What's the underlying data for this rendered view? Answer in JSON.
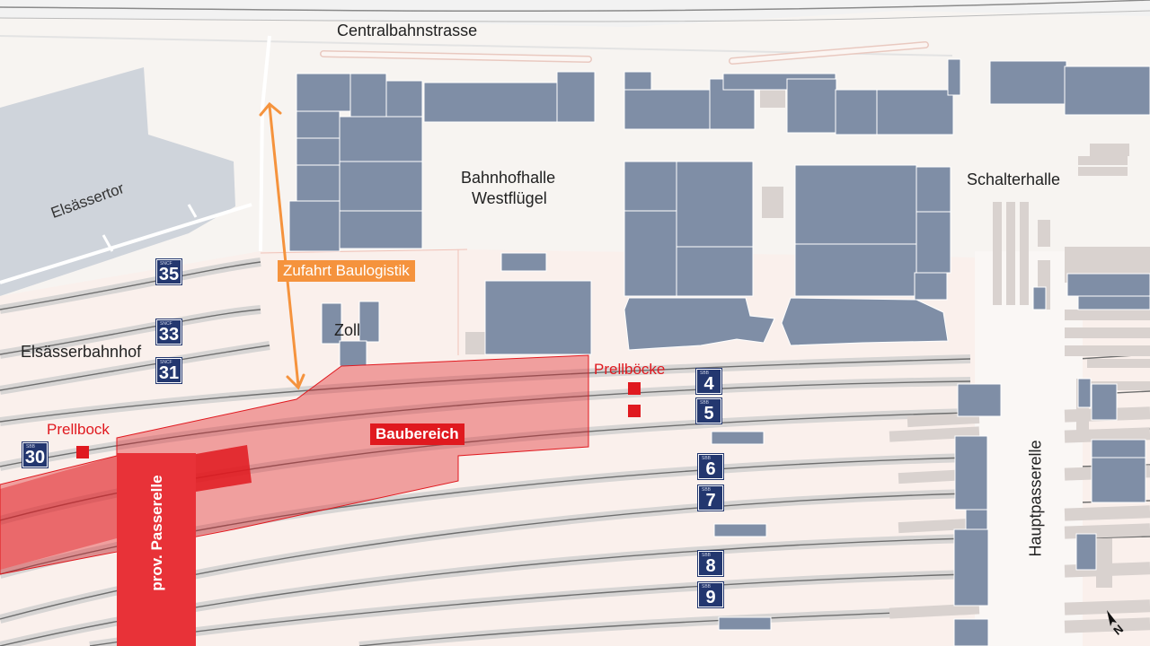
{
  "labels": {
    "street": "Centralbahnstrasse",
    "elsaessertor": "Elsässertor",
    "bahnhofhalle_line1": "Bahnhofhalle",
    "bahnhofhalle_line2": "Westflügel",
    "schalterhalle": "Schalterhalle",
    "zoll": "Zoll",
    "elsaesserbahnhof": "Elsässerbahnhof",
    "prellbock": "Prellbock",
    "prellboecke": "Prellböcke",
    "zufahrt": "Zufahrt Baulogistik",
    "baubereich": "Baubereich",
    "passerelle": "prov. Passerelle",
    "hauptpasserelle": "Hauptpasserelle"
  },
  "tracks": [
    {
      "id": "35",
      "mini": "SNCF"
    },
    {
      "id": "33",
      "mini": "SNCF"
    },
    {
      "id": "31",
      "mini": "SNCF"
    },
    {
      "id": "30",
      "mini": "SBB"
    },
    {
      "id": "4",
      "mini": "SBB"
    },
    {
      "id": "5",
      "mini": "SBB"
    },
    {
      "id": "6",
      "mini": "SBB"
    },
    {
      "id": "7",
      "mini": "SBB"
    },
    {
      "id": "8",
      "mini": "SBB"
    },
    {
      "id": "9",
      "mini": "SBB"
    }
  ],
  "north_label": "N",
  "colors": {
    "building": "#7f8ea6",
    "construction": "#e0191f",
    "logistics": "#f5933d",
    "track_badge": "#23376f",
    "water_area": "#cfd4db"
  }
}
